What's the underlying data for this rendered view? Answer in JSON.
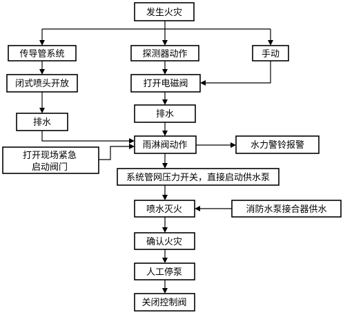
{
  "flowchart": {
    "nodes": {
      "fire": "发生火灾",
      "pipe": "传导管系统",
      "detector": "探测器动作",
      "manual": "手动",
      "closed_head": "闭式喷头开放",
      "open_valve": "打开电磁阀",
      "drain_left": "排水",
      "drain_mid": "排水",
      "deluge": "雨淋阀动作",
      "alarm": "水力警铃报警",
      "emergency_line1": "打开现场紧急",
      "emergency_line2": "启动阀门",
      "pressure_switch": "系统管网压力开关，直接启动供水泵",
      "spray": "喷水灭火",
      "adapter": "消防水泵接合器供水",
      "confirm": "确认火灾",
      "stop_pump": "人工停泵",
      "close_valve": "关闭控制阀"
    },
    "edges": [
      {
        "from": "fire",
        "to": "pipe"
      },
      {
        "from": "fire",
        "to": "detector"
      },
      {
        "from": "fire",
        "to": "manual"
      },
      {
        "from": "pipe",
        "to": "closed_head"
      },
      {
        "from": "closed_head",
        "to": "drain_left"
      },
      {
        "from": "drain_left",
        "to": "deluge"
      },
      {
        "from": "detector",
        "to": "open_valve"
      },
      {
        "from": "manual",
        "to": "open_valve"
      },
      {
        "from": "open_valve",
        "to": "drain_mid"
      },
      {
        "from": "drain_mid",
        "to": "deluge"
      },
      {
        "from": "emergency",
        "to": "deluge"
      },
      {
        "from": "deluge",
        "to": "alarm"
      },
      {
        "from": "deluge",
        "to": "pressure_switch"
      },
      {
        "from": "pressure_switch",
        "to": "spray"
      },
      {
        "from": "adapter",
        "to": "spray"
      },
      {
        "from": "spray",
        "to": "confirm"
      },
      {
        "from": "confirm",
        "to": "stop_pump"
      },
      {
        "from": "stop_pump",
        "to": "close_valve"
      }
    ]
  }
}
